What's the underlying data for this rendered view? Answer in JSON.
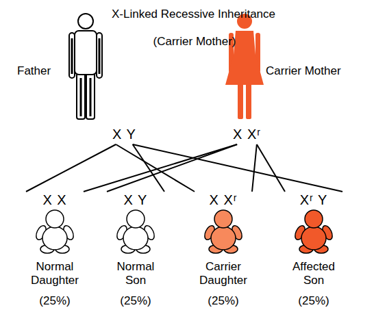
{
  "diagram": {
    "title": "X-Linked Recessive Inheritance",
    "nodes": [
      {
        "text": [
          "Father",
          "X Y"
        ]
      },
      {
        "text": [
          "Carrier Mother",
          "X Xʳ"
        ]
      },
      {
        "text": [
          "X X",
          "Normal Daughter",
          "(25%)"
        ]
      },
      {
        "text": [
          "X Y",
          "Normal Son",
          "(25%)"
        ]
      },
      {
        "text": [
          "X Xʳ",
          "Carrier Daughter",
          "(25%)"
        ]
      },
      {
        "text": [
          "Xʳ Y",
          "Affected Son",
          "(25%)"
        ]
      }
    ],
    "edges": [
      {
        "from": 0,
        "to": 2,
        "arrow": "none"
      },
      {
        "from": 0,
        "to": 4,
        "arrow": "none"
      },
      {
        "from": 0,
        "to": 3,
        "arrow": "none"
      },
      {
        "from": 0,
        "to": 5,
        "arrow": "none"
      },
      {
        "from": 1,
        "to": 2,
        "arrow": "none"
      },
      {
        "from": 1,
        "to": 3,
        "arrow": "none"
      },
      {
        "from": 1,
        "to": 4,
        "arrow": "none"
      },
      {
        "from": 1,
        "to": 5,
        "arrow": "none"
      }
    ],
    "labels": [
      "(Carrier Mother)"
    ]
  }
}
